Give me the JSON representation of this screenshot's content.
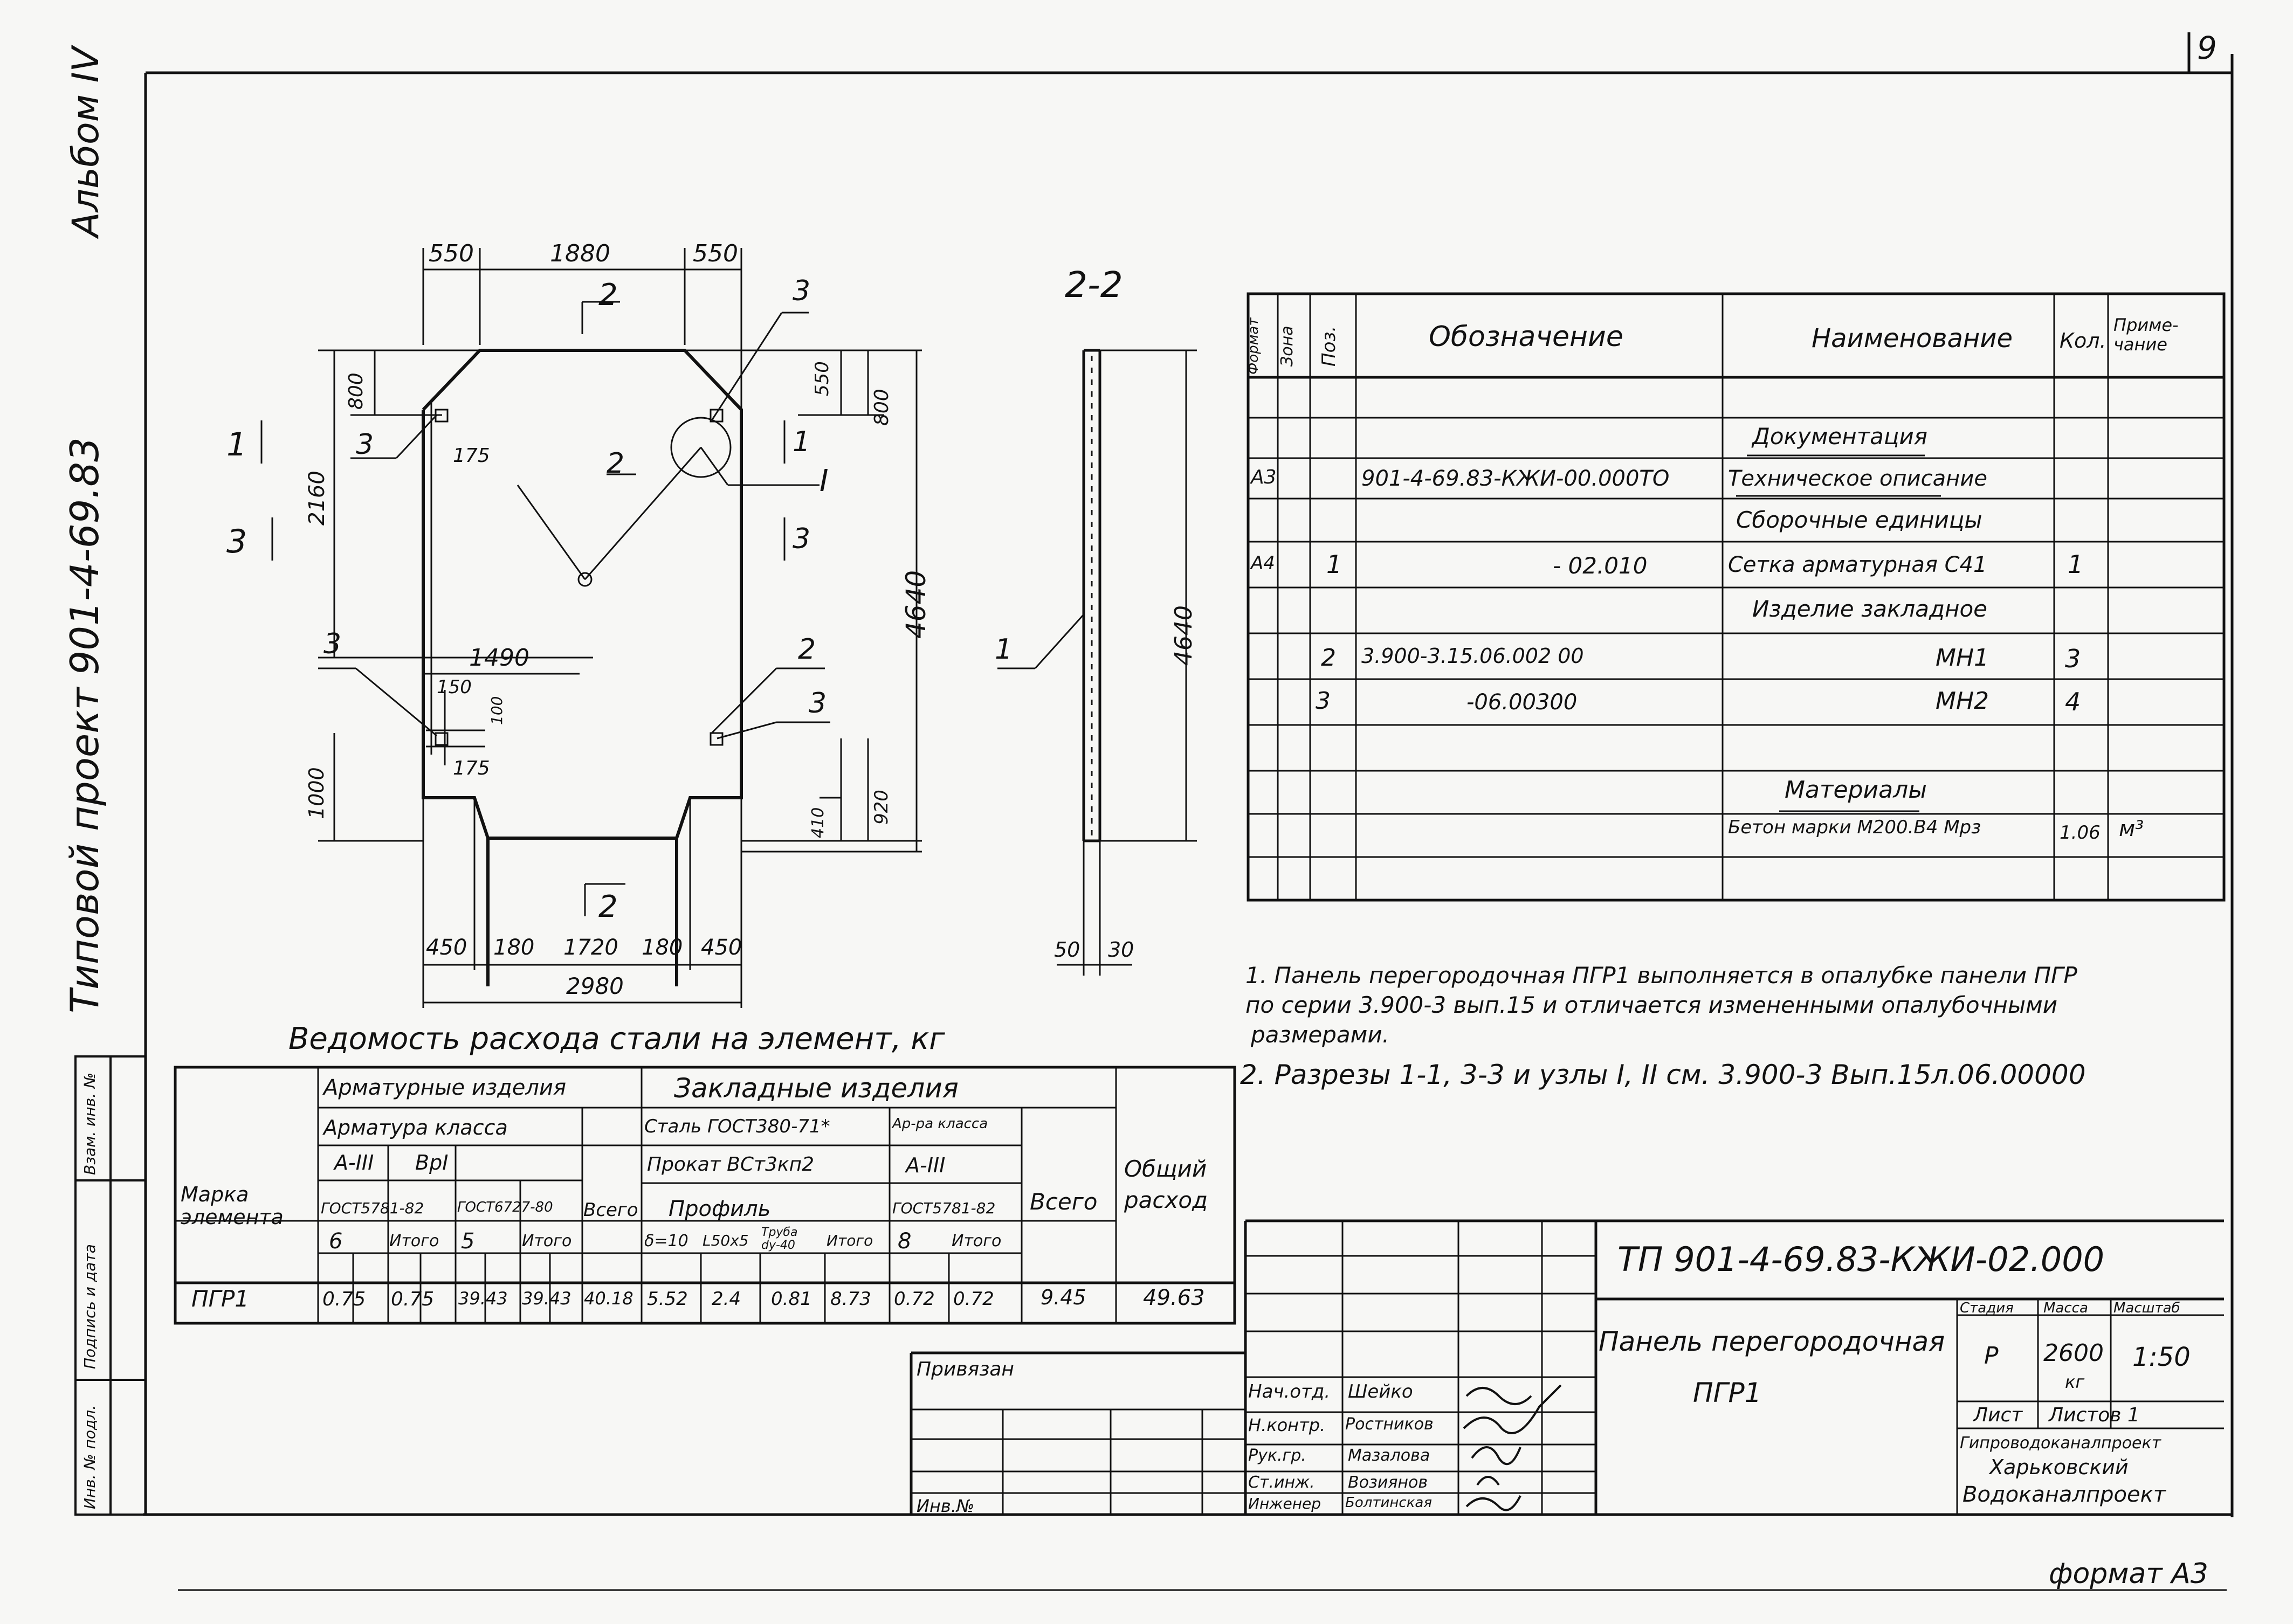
{
  "sheet_number": "9",
  "album_label": "Альбом IV",
  "project_label": "Типовой проект 901-4-69.83",
  "format_label": "формат А3",
  "side_stamp": {
    "cells": [
      "Инв. № подл.",
      "Подпись и дата",
      "Взам. инв. №"
    ]
  },
  "plan": {
    "dims_top": [
      "550",
      "1880",
      "550"
    ],
    "dims_bottom": [
      "450",
      "180",
      "1720",
      "180",
      "450"
    ],
    "dim_total_width": "2980",
    "dim_height_total": "4640",
    "dim_left_upper": "2160",
    "dim_left_lower": "1000",
    "dim_800_left": "800",
    "dim_800_right": "800",
    "dim_550": "550",
    "dim_920": "920",
    "dim_410": "410",
    "dim_1490": "1490",
    "dim_150": "150",
    "dim_175a": "175",
    "dim_175b": "175",
    "dim_100": "100",
    "leaders": [
      "3",
      "3",
      "2",
      "3",
      "2",
      "3",
      "2"
    ],
    "node_label": "I",
    "section_marks": [
      "1",
      "3",
      "1",
      "3",
      "2",
      "2"
    ]
  },
  "section_view": {
    "title": "2-2",
    "dim_height": "4640",
    "dim_50": "50",
    "dim_30": "30",
    "leader": "1"
  },
  "spec_table": {
    "headers": [
      "Формат",
      "Зона",
      "Поз.",
      "Обозначение",
      "Наименование",
      "Кол.",
      "Приме-чание"
    ],
    "rows": [
      {
        "format": "",
        "zone": "",
        "pos": "",
        "designation": "",
        "name": "",
        "qty": "",
        "note": ""
      },
      {
        "format": "",
        "zone": "",
        "pos": "",
        "designation": "",
        "name": "Документация",
        "qty": "",
        "note": ""
      },
      {
        "format": "А3",
        "zone": "",
        "pos": "",
        "designation": "901-4-69.83-КЖИ-00.000ТО",
        "name": "Техническое описание",
        "qty": "",
        "note": ""
      },
      {
        "format": "",
        "zone": "",
        "pos": "",
        "designation": "",
        "name": "Сборочные единицы",
        "qty": "",
        "note": ""
      },
      {
        "format": "А4",
        "zone": "",
        "pos": "1",
        "designation": "- 02.010",
        "name": "Сетка арматурная С41",
        "qty": "1",
        "note": ""
      },
      {
        "format": "",
        "zone": "",
        "pos": "",
        "designation": "",
        "name": "Изделие закладное",
        "qty": "",
        "note": ""
      },
      {
        "format": "",
        "zone": "",
        "pos": "2",
        "designation": "3.900-3.15.06.002 00",
        "name": "МН1",
        "qty": "3",
        "note": ""
      },
      {
        "format": "",
        "zone": "",
        "pos": "3",
        "designation": "-06.00300",
        "name": "МН2",
        "qty": "4",
        "note": ""
      },
      {
        "format": "",
        "zone": "",
        "pos": "",
        "designation": "",
        "name": "",
        "qty": "",
        "note": ""
      },
      {
        "format": "",
        "zone": "",
        "pos": "",
        "designation": "",
        "name": "Материалы",
        "qty": "",
        "note": ""
      },
      {
        "format": "",
        "zone": "",
        "pos": "",
        "designation": "",
        "name": "Бетон марки М200.В4 Мрз",
        "qty": "1.06",
        "note": "м³"
      },
      {
        "format": "",
        "zone": "",
        "pos": "",
        "designation": "",
        "name": "",
        "qty": "",
        "note": ""
      }
    ]
  },
  "notes": [
    "1. Панель перегородочная ПГР1 выполняется в опалубке панели ПГР",
    "по серии 3.900-3 вып.15 и отличается измененными опалубочными",
    "размерами.",
    "2. Разрезы  1-1, 3-3 и  узлы I, II см.  3.900-3 Вып.15л.06.00000"
  ],
  "steel_table": {
    "title": "Ведомость расхода стали на элемент, кг",
    "h_arm": "Арматурные изделия",
    "h_zakl": "Закладные изделия",
    "h_mark": "Марка элемента",
    "h_total_common": "Общий расход",
    "h_arm_class": "Арматура класса",
    "h_steel": "Сталь ГОСТ380-71*",
    "h_arm_cls2": "Ар-ра класса",
    "h_A3": "А-III",
    "h_Bp1": "ВрI",
    "h_vsego1": "Всего",
    "h_prokat": "Прокат ВСт3кп2",
    "h_A3b": "А-III",
    "h_vsego2": "Всего",
    "h_gost1": "ГОСТ5781-82",
    "h_gost2": "ГОСТ6727-80",
    "h_profil": "Профиль",
    "h_gost3": "ГОСТ5781-82",
    "sub": [
      "6",
      "Итого",
      "5",
      "Итого",
      "δ=10",
      "L50x5",
      "Труба dу-40",
      "Итого",
      "8",
      "Итого"
    ],
    "row": {
      "mark": "ПГР1",
      "values": [
        "0.75",
        "0.75",
        "39.43",
        "39.43",
        "40.18",
        "5.52",
        "2.4",
        "0.81",
        "8.73",
        "0.72",
        "0.72",
        "9.45",
        "49.63"
      ]
    }
  },
  "title_block": {
    "code": "ТП 901-4-69.83-КЖИ-02.000",
    "name_line1": "Панель перегородочная",
    "name_line2": "ПГР1",
    "stage_label": "Стадия",
    "mass_label": "Масса",
    "scale_label": "Масштаб",
    "stage": "Р",
    "mass": "2600",
    "mass_unit": "кг",
    "scale": "1:50",
    "sheet_label": "Лист",
    "sheets_label": "Листов 1",
    "org_line1": "Гипроводоканалпроект",
    "org_line2": "Харьковский",
    "org_line3": "Водоканалпроект",
    "privyazan": "Привязан",
    "inv": "Инв.№",
    "roles": [
      {
        "role": "Нач.отд.",
        "name": "Шейко"
      },
      {
        "role": "Н.контр.",
        "name": "Ростников"
      },
      {
        "role": "Рук.гр.",
        "name": "Мазалова"
      },
      {
        "role": "Ст.инж.",
        "name": "Возиянов"
      },
      {
        "role": "Инженер",
        "name": "Болтинская"
      }
    ]
  }
}
